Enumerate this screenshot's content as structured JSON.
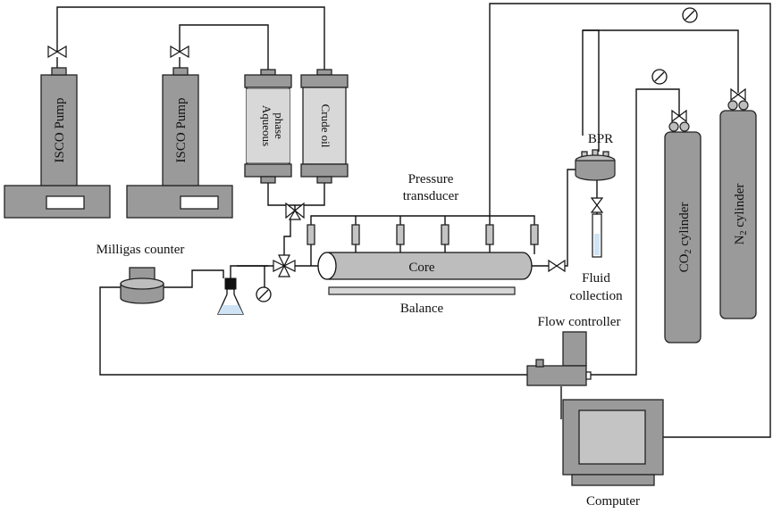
{
  "labels": {
    "isco_pump_1": "ISCO Pump",
    "isco_pump_2": "ISCO Pump",
    "aqueous_phase_line1": "Aqueous",
    "aqueous_phase_line2": "phase",
    "crude_oil": "Crude oil",
    "bpr": "BPR",
    "pressure_transducer_line1": "Pressure",
    "pressure_transducer_line2": "transducer",
    "milligas_counter": "Milligas counter",
    "core": "Core",
    "balance": "Balance",
    "fluid_collection_line1": "Fluid",
    "fluid_collection_line2": "collection",
    "flow_controller": "Flow controller",
    "computer": "Computer",
    "co2_cylinder_prefix": "CO",
    "co2_cylinder_sub": "2",
    "co2_cylinder_suffix": " cylinder",
    "n2_cylinder_prefix": "N",
    "n2_cylinder_sub": "2",
    "n2_cylinder_suffix": " cylinder"
  },
  "colors": {
    "device_fill": "#9a9a9a",
    "device_light": "#c4c4c4",
    "line": "#111111",
    "liquid": "#cfe3f5"
  }
}
